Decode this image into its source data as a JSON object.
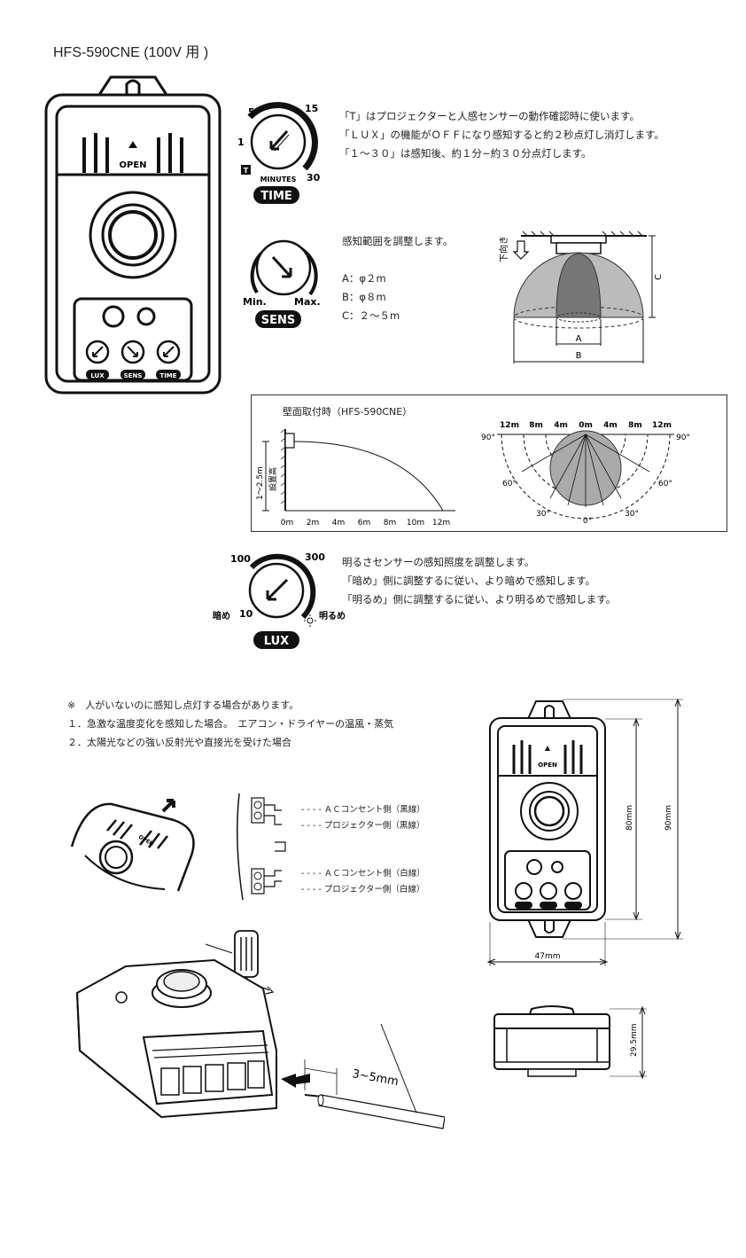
{
  "page_title": "HFS-590CNE (100V 用 )",
  "time_knob": {
    "badge": "TIME",
    "minutes_label": "MINUTES",
    "ticks": [
      "5",
      "15",
      "1",
      "30"
    ],
    "t_mark": "T",
    "lines": [
      "「T」はプロジェクターと人感センサーの動作確認時に使います。",
      "「ＬＵＸ」の機能がＯＦＦになり感知すると約２秒点灯し消灯します。",
      "「１～３０」は感知後、約１分~約３０分点灯します。"
    ]
  },
  "sens_knob": {
    "badge": "SENS",
    "min_label": "Min.",
    "max_label": "Max.",
    "intro": "感知範囲を調整します。",
    "ranges": [
      "A：φ２m",
      "B：φ８m",
      "C：２～５m"
    ],
    "diagram": {
      "down_label": "下向き",
      "label_a": "A",
      "label_b": "B",
      "label_c": "C"
    }
  },
  "wall_panel": {
    "title": "壁面取付時（HFS-590CNE）",
    "height_range": "1～2.5m",
    "height_label": "設置高",
    "x_ticks": [
      "0m",
      "2m",
      "4m",
      "6m",
      "8m",
      "10m",
      "12m"
    ],
    "top_ticks": [
      "12m",
      "8m",
      "4m",
      "0m",
      "4m",
      "8m",
      "12m"
    ],
    "angle_labels": [
      "90°",
      "90°",
      "60°",
      "60°",
      "30°",
      "30°",
      "0°"
    ]
  },
  "lux_knob": {
    "badge": "LUX",
    "tick_100": "100",
    "tick_300": "300",
    "tick_10": "10",
    "dark_label": "暗め",
    "bright_label": "明るめ",
    "lines": [
      "明るさセンサーの感知照度を調整します。",
      "「暗め」側に調整するに従い、より暗めで感知します。",
      "「明るめ」側に調整するに従い、より明るめで感知します。"
    ]
  },
  "device_front": {
    "open_label": "OPEN",
    "mini_lux": "LUX",
    "mini_sens": "SENS",
    "mini_time": "TIME"
  },
  "notes": [
    "※　人がいないのに感知し点灯する場合があります。",
    "１．急激な温度変化を感知した場合。　エアコン・ドライヤーの温風・蒸気",
    "２．太陽光などの強い反射光や直接光を受けた場合"
  ],
  "wiring": {
    "open_label": "OPEN",
    "labels": [
      "ＡＣコンセント側（黒線）",
      "プロジェクター側（黒線）",
      "ＡＣコンセント側（白線）",
      "プロジェクター側（白線）"
    ],
    "strip_length": "3~5mm"
  },
  "dimensions": {
    "height_inner": "80mm",
    "height_outer": "90mm",
    "width": "47mm",
    "depth": "29.5mm"
  }
}
